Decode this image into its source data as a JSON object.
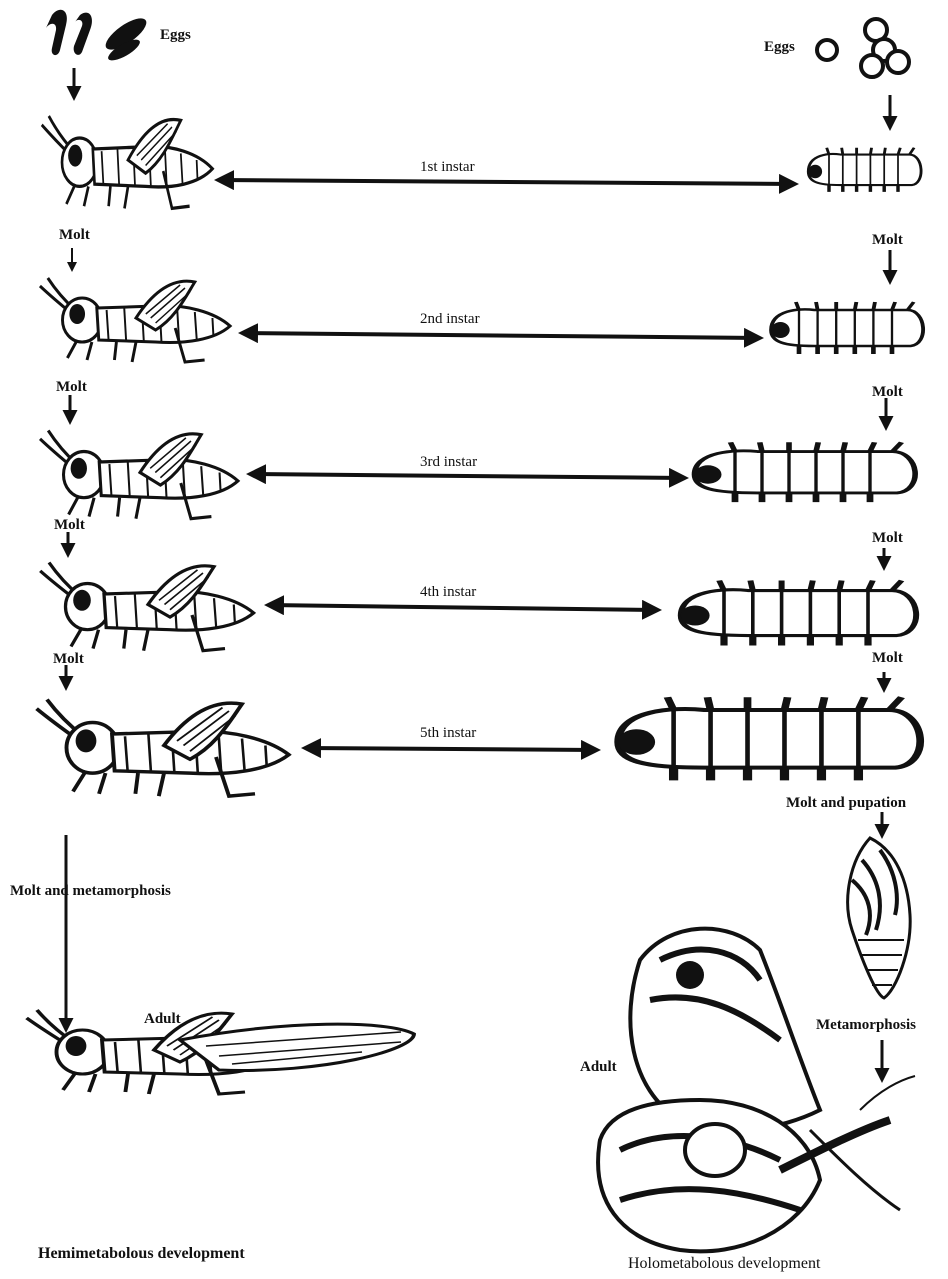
{
  "left_column": {
    "eggs_label": "Eggs",
    "molt_labels": [
      "Molt",
      "Molt",
      "Molt",
      "Molt"
    ],
    "final_transition": "Molt and metamorphosis",
    "adult_label": "Adult",
    "caption": "Hemimetabolous development"
  },
  "right_column": {
    "eggs_label": "Eggs",
    "molt_labels": [
      "Molt",
      "Molt",
      "Molt",
      "Molt"
    ],
    "pupation_label": "Molt and pupation",
    "metamorphosis_label": "Metamorphosis",
    "adult_label": "Adult",
    "caption": "Holometabolous development"
  },
  "instars": [
    "1st instar",
    "2nd instar",
    "3rd instar",
    "4th instar",
    "5th instar"
  ]
}
